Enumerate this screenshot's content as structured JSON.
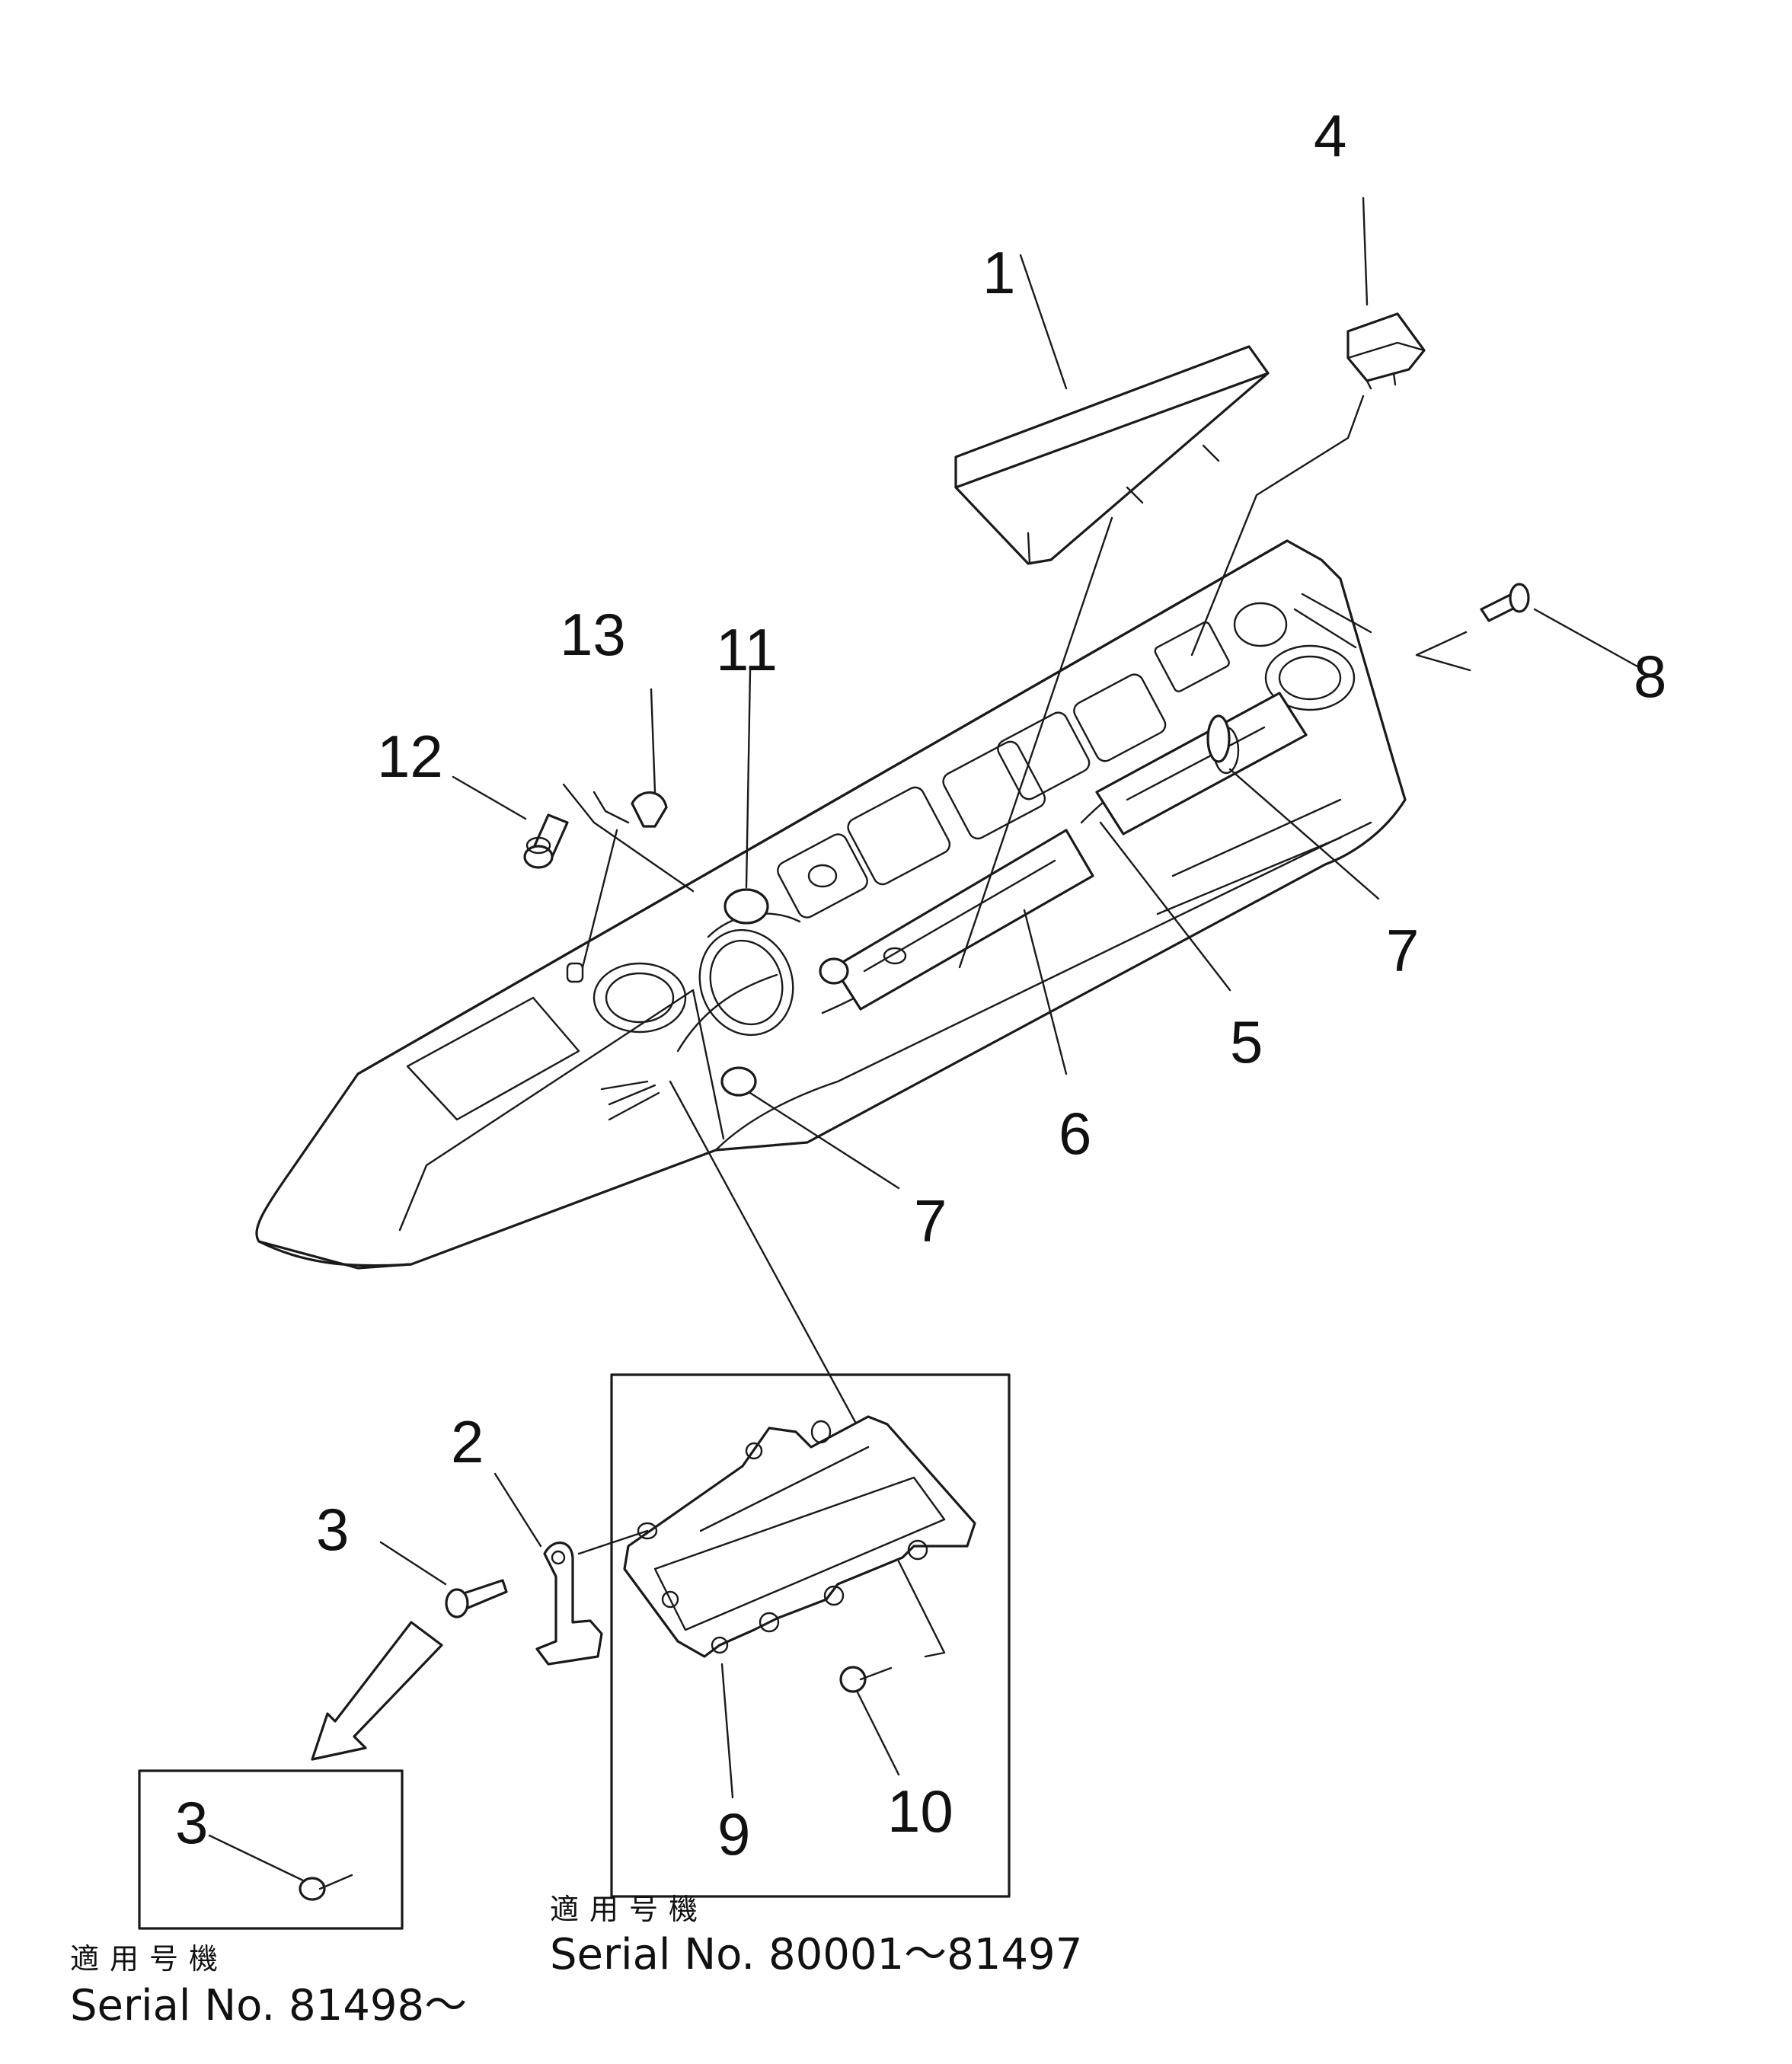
{
  "callouts": [
    {
      "id": "1",
      "label": "1"
    },
    {
      "id": "4",
      "label": "4"
    },
    {
      "id": "13",
      "label": "13"
    },
    {
      "id": "11",
      "label": "11"
    },
    {
      "id": "12",
      "label": "12"
    },
    {
      "id": "8",
      "label": "8"
    },
    {
      "id": "7a",
      "label": "7"
    },
    {
      "id": "5",
      "label": "5"
    },
    {
      "id": "6",
      "label": "6"
    },
    {
      "id": "7b",
      "label": "7"
    },
    {
      "id": "2",
      "label": "2"
    },
    {
      "id": "3a",
      "label": "3"
    },
    {
      "id": "9",
      "label": "9"
    },
    {
      "id": "10",
      "label": "10"
    },
    {
      "id": "3b",
      "label": "3"
    }
  ],
  "notes": {
    "left": {
      "applicable": "適用号機",
      "serial": "Serial No. 81498～"
    },
    "right": {
      "applicable": "適用号機",
      "serial": "Serial No. 80001～81497"
    }
  }
}
